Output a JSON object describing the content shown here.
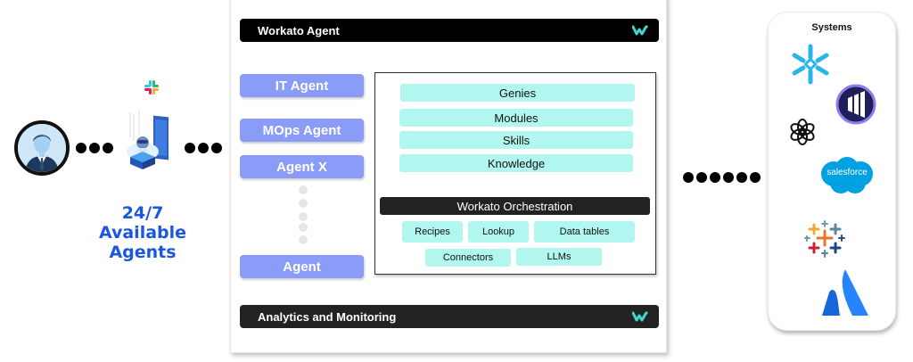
{
  "left": {
    "user_icon": "business-user-avatar",
    "connector_icon": "slack-logo",
    "bot_icon": "robot-agent-illustration",
    "availability_text": {
      "line1": "24/7",
      "line2": "Available",
      "line3": "Agents"
    },
    "accent_color": "#1b56e0"
  },
  "main": {
    "header": {
      "title": "Workato Agent",
      "logo": "workato-logo"
    },
    "agents": [
      {
        "label": "IT Agent"
      },
      {
        "label": "MOps Agent"
      },
      {
        "label": "Agent X"
      },
      {
        "label": "Agent"
      }
    ],
    "capabilities": [
      {
        "label": "Genies"
      },
      {
        "label": "Modules"
      },
      {
        "label": "Skills"
      },
      {
        "label": "Knowledge"
      }
    ],
    "orchestration": {
      "title": "Workato Orchestration",
      "components_row1": [
        {
          "label": "Recipes"
        },
        {
          "label": "Lookup"
        },
        {
          "label": "Data tables"
        }
      ],
      "components_row2": [
        {
          "label": "Connectors"
        },
        {
          "label": "LLMs"
        }
      ]
    },
    "footer": {
      "title": "Analytics and Monitoring",
      "logo": "workato-logo"
    },
    "colors": {
      "agent_button": "#8b9cf8",
      "capability": "#b1f7ef",
      "bar": "#000000",
      "logo": "#3fd9cc"
    }
  },
  "systems": {
    "title": "Systems",
    "logos": [
      "snowflake",
      "marketo",
      "openai",
      "salesforce",
      "tableau",
      "atlassian"
    ],
    "salesforce_label": "salesforce"
  }
}
